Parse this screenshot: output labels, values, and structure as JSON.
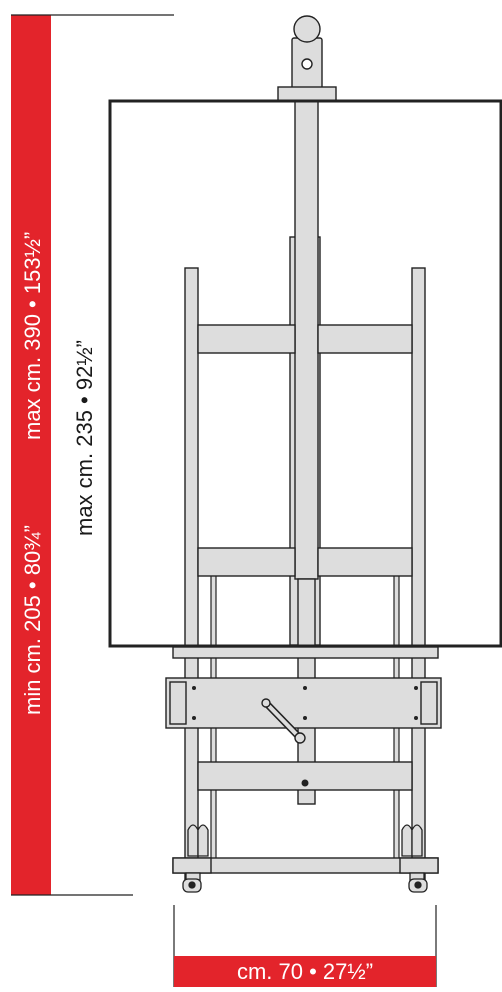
{
  "colors": {
    "accent_red": "#e3242b",
    "frame_fill": "#dddddd",
    "stroke": "#222222",
    "label_text_light": "#ffffff",
    "label_text_dark": "#1a1a1a"
  },
  "labels": {
    "min_height": "min cm. 205 • 80¾”",
    "max_height": "max cm. 390 • 153½”",
    "max_canvas": "max cm. 235 • 92½”",
    "width": "cm. 70 • 27½”"
  }
}
